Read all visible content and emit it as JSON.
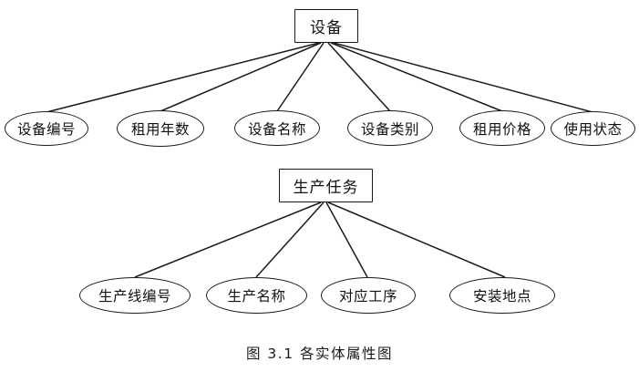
{
  "figure": {
    "caption": "图 3.1  各实体属性图",
    "background": "#ffffff",
    "stroke": "#1a1a1a"
  },
  "diagram": {
    "type": "er-attribute-diagram",
    "entities": [
      {
        "id": "equipment",
        "label": "设备",
        "attributes": [
          {
            "id": "equipment-no",
            "label": "设备编号"
          },
          {
            "id": "rental-years",
            "label": "租用年数"
          },
          {
            "id": "equipment-name",
            "label": "设备名称"
          },
          {
            "id": "equipment-category",
            "label": "设备类别"
          },
          {
            "id": "rental-price",
            "label": "租用价格"
          },
          {
            "id": "usage-status",
            "label": "使用状态"
          }
        ]
      },
      {
        "id": "production-task",
        "label": "生产任务",
        "attributes": [
          {
            "id": "line-no",
            "label": "生产线编号"
          },
          {
            "id": "production-name",
            "label": "生产名称"
          },
          {
            "id": "matching-process",
            "label": "对应工序"
          },
          {
            "id": "install-location",
            "label": "安装地点"
          }
        ]
      }
    ]
  }
}
